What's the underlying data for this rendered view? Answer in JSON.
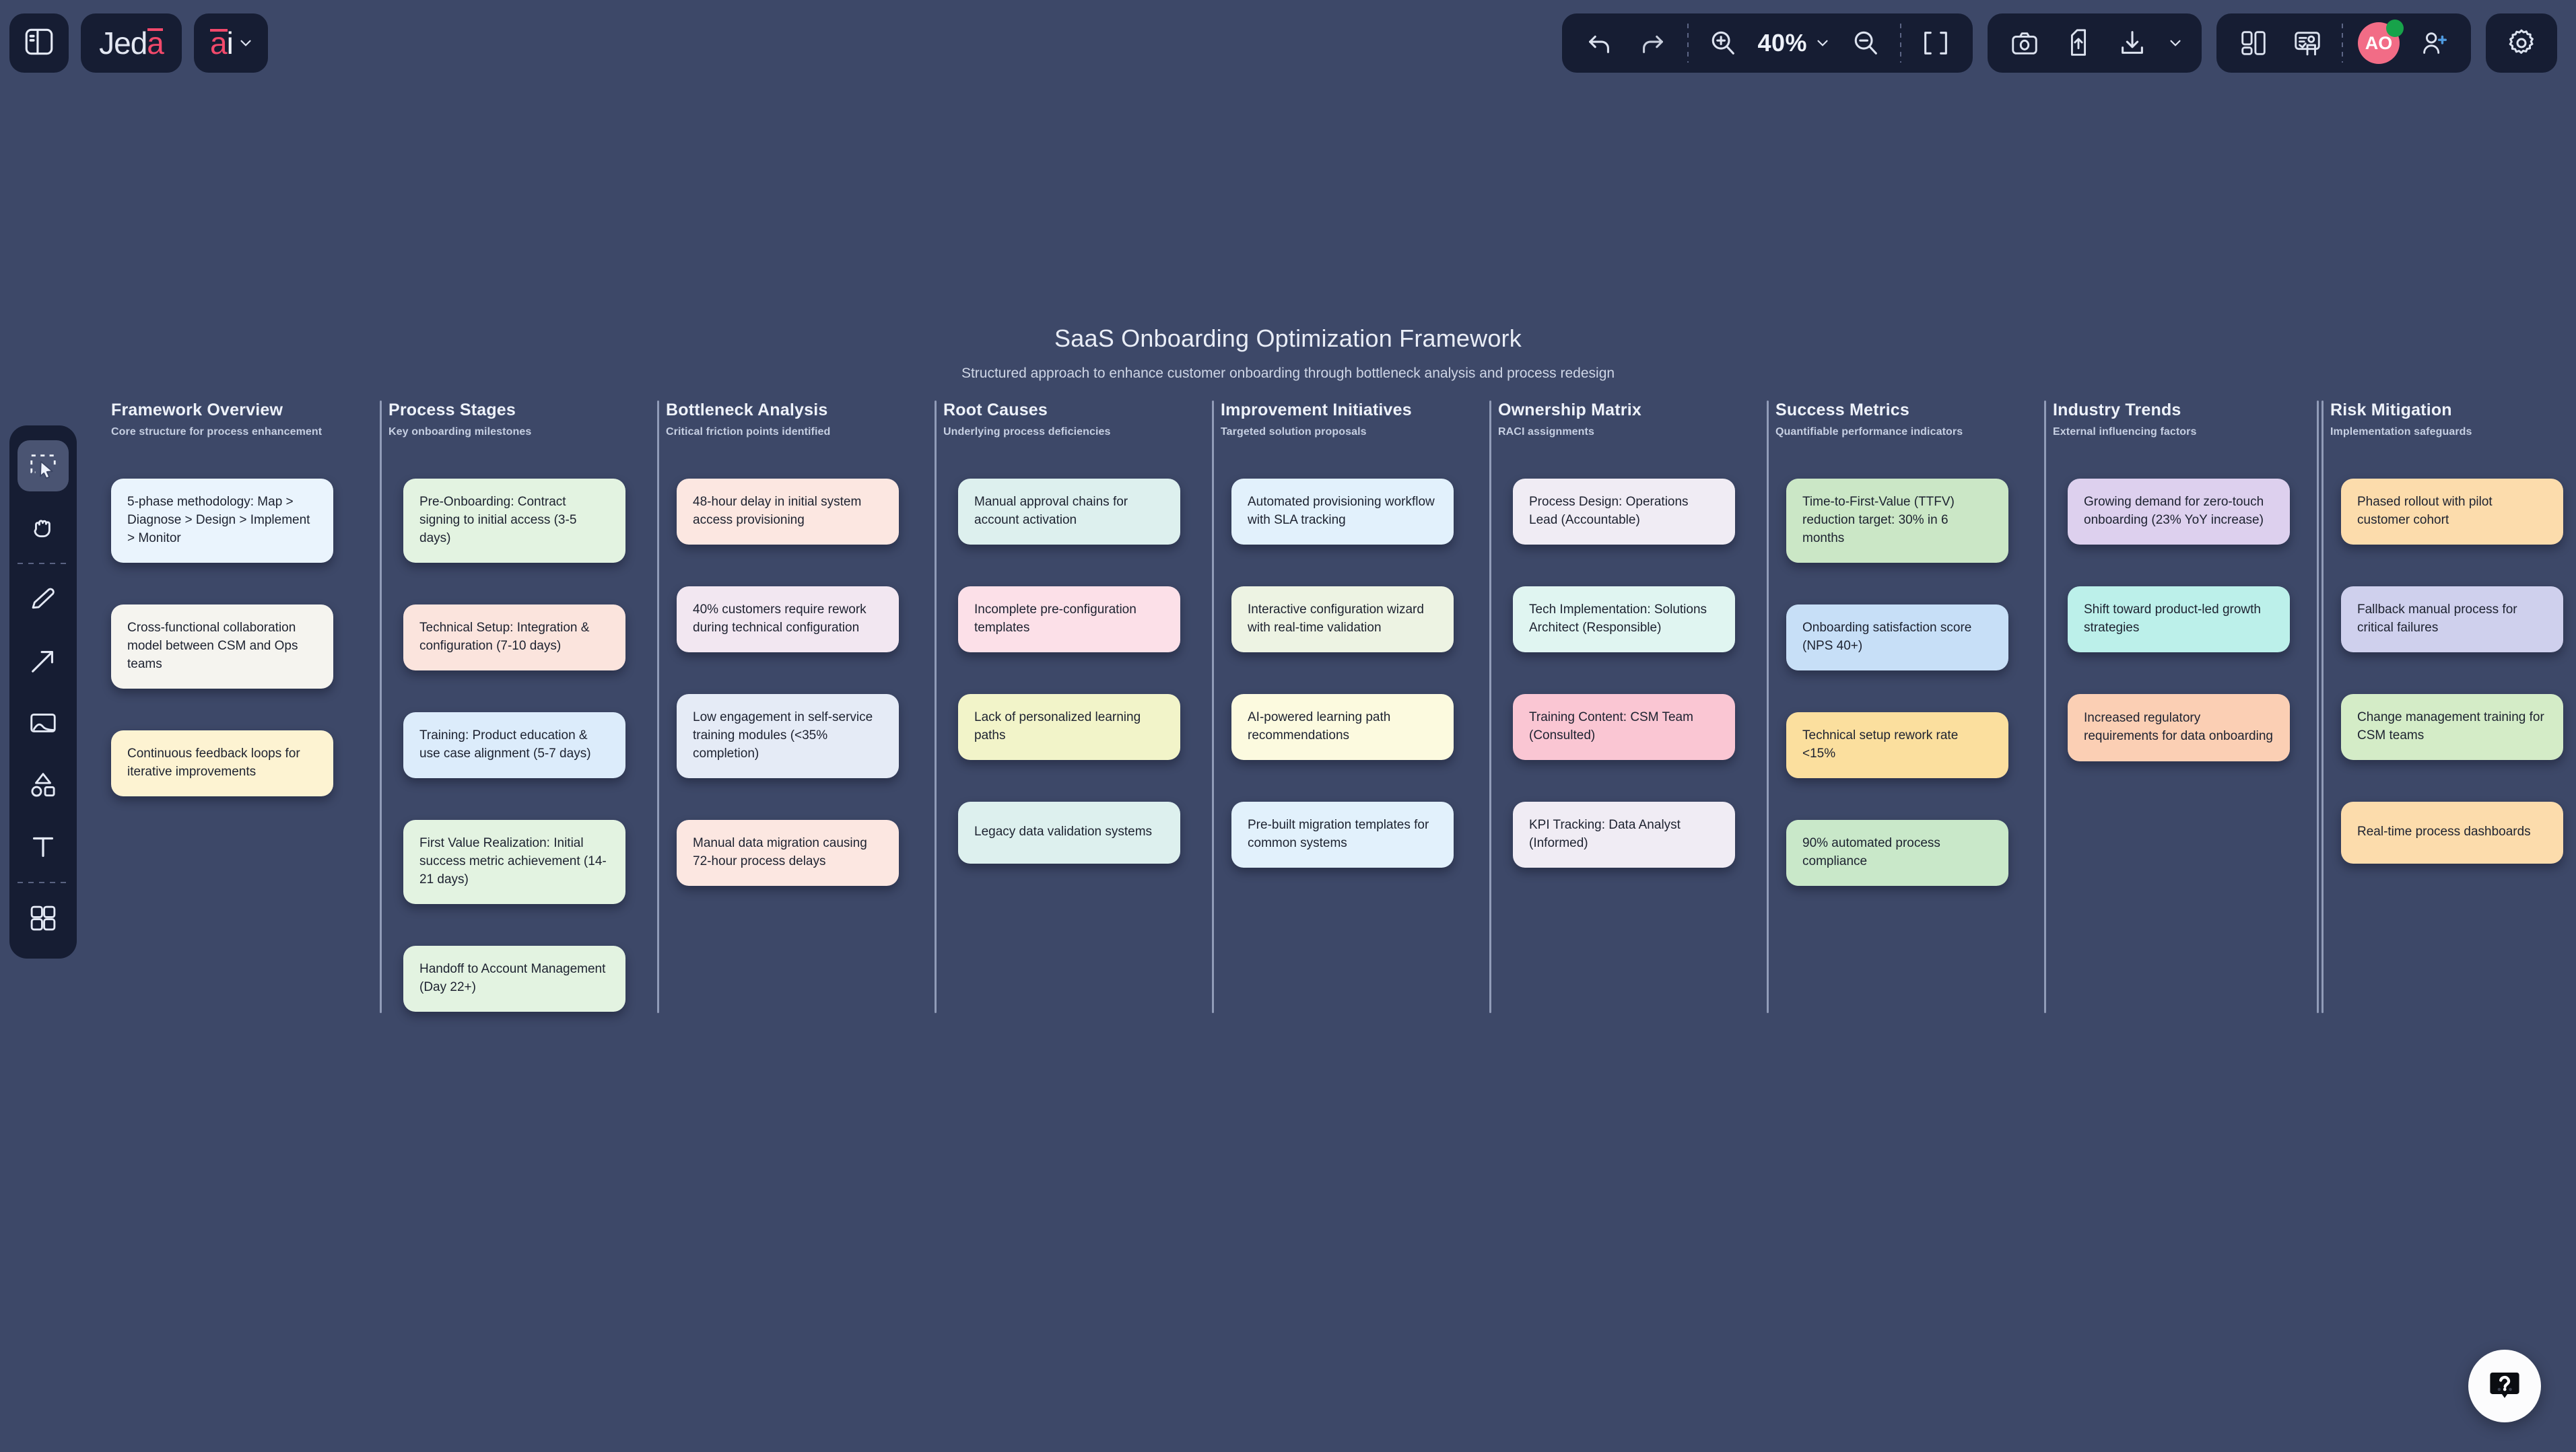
{
  "app": {
    "logo_main": "Jed",
    "logo_accent": "a",
    "ai_label_a": "a",
    "ai_label_i": "i"
  },
  "toolbar": {
    "undo_label": "Undo",
    "redo_label": "Redo",
    "zoom_in_label": "Zoom in",
    "zoom_level": "40%",
    "zoom_out_label": "Zoom out",
    "fit_label": "Fit to screen",
    "snapshot_label": "Snapshot",
    "upload_label": "Upload",
    "download_label": "Download",
    "layout_label": "Layout",
    "present_label": "Present",
    "avatar_initials": "AO",
    "invite_label": "Invite",
    "settings_label": "Settings",
    "accent_color": "#f2496b",
    "online_color": "#17a34a"
  },
  "left_tools": [
    {
      "name": "select-tool",
      "label": "Select",
      "active": true
    },
    {
      "name": "hand-tool",
      "label": "Hand / Pan",
      "active": false
    },
    {
      "name": "pencil-tool",
      "label": "Draw",
      "active": false
    },
    {
      "name": "arrow-tool",
      "label": "Arrow",
      "active": false
    },
    {
      "name": "image-tool",
      "label": "Image",
      "active": false
    },
    {
      "name": "shapes-tool",
      "label": "Shapes",
      "active": false
    },
    {
      "name": "text-tool",
      "label": "Text",
      "active": false
    },
    {
      "name": "templates-tool",
      "label": "Templates",
      "active": false
    }
  ],
  "board": {
    "title": "SaaS Onboarding Optimization Framework",
    "subtitle": "Structured approach to enhance customer onboarding through bottleneck analysis and process redesign",
    "columns": [
      {
        "title": "Framework Overview",
        "subtitle": "Core structure for process enhancement",
        "cards": [
          {
            "text": "5-phase methodology: Map > Diagnose > Design > Implement > Monitor",
            "color": "#eaf4fd",
            "height": 108
          },
          {
            "text": "Cross-functional collaboration model between CSM and Ops teams",
            "color": "#f5f4ef",
            "height": 108
          },
          {
            "text": "Continuous feedback loops for iterative improvements",
            "color": "#fdf3d2",
            "height": 84
          }
        ]
      },
      {
        "title": "Process Stages",
        "subtitle": "Key onboarding milestones",
        "cards": [
          {
            "text": "Pre-Onboarding: Contract signing to initial access (3-5 days)",
            "color": "#e3f3e1",
            "height": 110
          },
          {
            "text": "Technical Setup: Integration & configuration (7-10 days)",
            "color": "#fbe4dd",
            "height": 84
          },
          {
            "text": "Training: Product education & use case alignment (5-7 days)",
            "color": "#dcecfb",
            "height": 86
          },
          {
            "text": "First Value Realization: Initial success metric achievement (14-21 days)",
            "color": "#e3f3e1",
            "height": 106
          },
          {
            "text": "Handoff to Account Management (Day 22+)",
            "color": "#e3f3e1",
            "height": 84
          }
        ]
      },
      {
        "title": "Bottleneck Analysis",
        "subtitle": "Critical friction points identified",
        "cards": [
          {
            "text": "48-hour delay in initial system access provisioning",
            "color": "#fce7e1",
            "height": 90
          },
          {
            "text": "40% customers require rework during technical configuration",
            "color": "#f2e7f1",
            "height": 90
          },
          {
            "text": "Low engagement in self-service training modules (<35% completion)",
            "color": "#e5ebf6",
            "height": 108
          },
          {
            "text": "Manual data migration causing 72-hour process delays",
            "color": "#fce7e1",
            "height": 88
          }
        ]
      },
      {
        "title": "Root Causes",
        "subtitle": "Underlying process deficiencies",
        "cards": [
          {
            "text": "Manual approval chains for account activation",
            "color": "#ddf0ee",
            "height": 92
          },
          {
            "text": "Incomplete pre-configuration templates",
            "color": "#fce0e8",
            "height": 90
          },
          {
            "text": "Lack of personalized learning paths",
            "color": "#f2f4c9",
            "height": 88
          },
          {
            "text": "Legacy data validation systems",
            "color": "#ddf0ee",
            "height": 92
          }
        ]
      },
      {
        "title": "Improvement Initiatives",
        "subtitle": "Targeted solution proposals",
        "cards": [
          {
            "text": "Automated provisioning workflow with SLA tracking",
            "color": "#e2f1fc",
            "height": 92
          },
          {
            "text": "Interactive configuration wizard with real-time validation",
            "color": "#edf3e3",
            "height": 90
          },
          {
            "text": "AI-powered learning path recommendations",
            "color": "#fcfadf",
            "height": 90
          },
          {
            "text": "Pre-built migration templates for common systems",
            "color": "#e2f1fc",
            "height": 92
          }
        ]
      },
      {
        "title": "Ownership Matrix",
        "subtitle": "RACI assignments",
        "cards": [
          {
            "text": "Process Design: Operations Lead (Accountable)",
            "color": "#f0ecf4",
            "height": 92
          },
          {
            "text": "Tech Implementation: Solutions Architect (Responsible)",
            "color": "#e0f5f1",
            "height": 90
          },
          {
            "text": "Training Content: CSM Team (Consulted)",
            "color": "#fac6d3",
            "height": 90
          },
          {
            "text": "KPI Tracking: Data Analyst (Informed)",
            "color": "#f0ecf4",
            "height": 92
          }
        ]
      },
      {
        "title": "Success Metrics",
        "subtitle": "Quantifiable performance indicators",
        "cards": [
          {
            "text": "Time-to-First-Value (TTFV) reduction target: 30% in 6 months",
            "color": "#cbe7c6",
            "height": 108
          },
          {
            "text": "Onboarding satisfaction score (NPS 40+)",
            "color": "#c7dff7",
            "height": 88
          },
          {
            "text": "Technical setup rework rate <15%",
            "color": "#fbdf9e",
            "height": 88
          },
          {
            "text": "90% automated process compliance",
            "color": "#c9e8c9",
            "height": 90
          }
        ]
      },
      {
        "title": "Industry Trends",
        "subtitle": "External influencing factors",
        "cards": [
          {
            "text": "Growing demand for zero-touch onboarding (23% YoY increase)",
            "color": "#ddd0ee",
            "height": 92
          },
          {
            "text": "Shift toward product-led growth strategies",
            "color": "#bcf0ea",
            "height": 90
          },
          {
            "text": "Increased regulatory requirements for data onboarding",
            "color": "#fbcfb4",
            "height": 100
          }
        ]
      },
      {
        "title": "Risk Mitigation",
        "subtitle": "Implementation safeguards",
        "cards": [
          {
            "text": "Phased rollout with pilot customer cohort",
            "color": "#fcdcac",
            "height": 92
          },
          {
            "text": "Fallback manual process for critical failures",
            "color": "#cfd0ed",
            "height": 90
          },
          {
            "text": "Change management training for CSM teams",
            "color": "#d4ecc7",
            "height": 90
          },
          {
            "text": "Real-time process dashboards",
            "color": "#fcdcac",
            "height": 92
          }
        ]
      }
    ]
  },
  "help": {
    "label": "Help"
  }
}
